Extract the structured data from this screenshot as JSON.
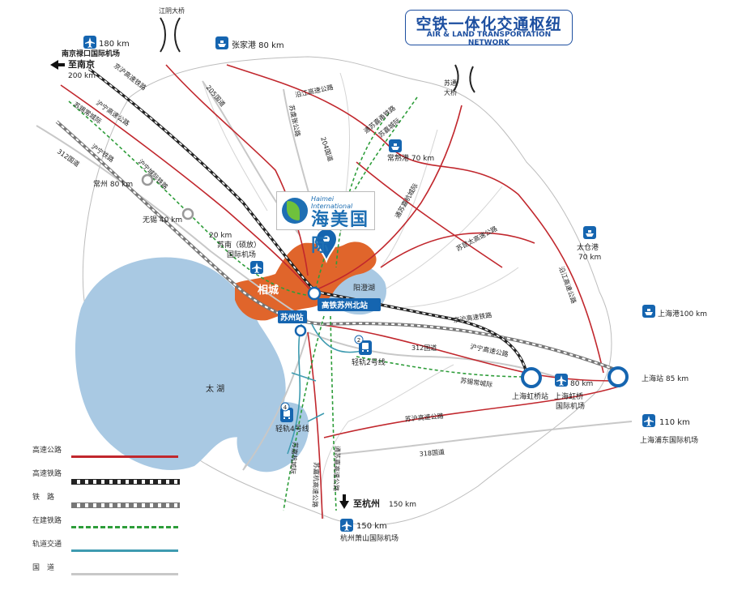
{
  "title": {
    "zh": "空铁一体化交通枢纽",
    "en": "AIR & LAND TRANSPORTATION NETWORK"
  },
  "logo": {
    "en": "Haimei International",
    "zh": "海美国际"
  },
  "districts": {
    "xiangcheng": "相城",
    "yangchenghu": "阳澄湖",
    "taihu": "太 湖"
  },
  "stations": {
    "suzhou_north": "高铁苏州北站",
    "suzhou": "苏州站",
    "light_rail_2": "轻轨2号线",
    "light_rail_4": "轻轨4号线",
    "light_rail_2_num": "2",
    "light_rail_4_num": "4",
    "shanghai_station": "上海站 85 km",
    "hongqiao_station": "上海虹桥站",
    "hongqiao_airport_name": "上海虹桥\n国际机场",
    "hongqiao_airport_line1": "上海虹桥",
    "hongqiao_airport_line2": "国际机场",
    "hongqiao_airport_dist": "80 km"
  },
  "airports": {
    "nanjing_dist": "180 km",
    "nanjing_name": "南京禄口国际机场",
    "sunan_dist": "20 km",
    "sunan_line1": "苏南（硕放）",
    "sunan_line2": "国际机场",
    "pudong_dist": "110 km",
    "pudong_name": "上海浦东国际机场",
    "hangzhou_dist": "150 km",
    "hangzhou_name": "杭州萧山国际机场"
  },
  "ports": {
    "zhangjiagang": "张家港  80 km",
    "changshu": "常熟港 70 km",
    "taicang_name": "太仓港",
    "taicang_dist": "70 km",
    "shanghai": "上海港100 km"
  },
  "cities": {
    "to_nanjing": "至南京",
    "nanjing_dist": "200 km",
    "changzhou": "常州 80 km",
    "wuxi": "无锡 40 km",
    "to_hangzhou": "至杭州",
    "hangzhou_dist": "150 km"
  },
  "bridges": {
    "jiangyin": "江阴大桥",
    "sutong_1": "苏通",
    "sutong_2": "大桥"
  },
  "road_labels": {
    "jinghu_hsr": "京沪高速铁路",
    "huning_hsr": "沪宁高速公路",
    "suxichang": "苏锡常城际",
    "huning_rail": "沪宁铁路",
    "huning_intercity": "沪宁城际铁路",
    "g312_nw": "312国道",
    "g205": "205国道",
    "sucheng": "苏虞张公路",
    "g204": "204国道",
    "yanjiang": "沿江高速公路",
    "tonghu_rail": "通苏嘉甬铁路",
    "sujia_rail": "苏嘉城际",
    "tongjia_rail": "通苏嘉杭城际",
    "sujiahang_right": "苏嘉杭高速公路",
    "sujiahang_left": "苏嘉杭城际",
    "tong_yu_hang": "通苏嘉高速公路",
    "sukun_tai": "苏昆太高速公路",
    "yanjiang_e": "沿江高速公路",
    "jinghu_e": "京沪高速铁路",
    "huning_e": "沪宁高速公路",
    "g312_e": "312国道",
    "suxichang_e": "苏锡常城际",
    "suhu_hw": "苏沪高速公路",
    "g318": "318国道"
  },
  "legend": [
    {
      "label": "高速公路",
      "color": "#c1272d",
      "style": "solid"
    },
    {
      "label": "高速铁路",
      "color": "#222222",
      "style": "blackwhite"
    },
    {
      "label": "铁　路",
      "color": "#777777",
      "style": "graywhite"
    },
    {
      "label": "在建铁路",
      "color": "#2e9d3a",
      "style": "dashed"
    },
    {
      "label": "轨道交通",
      "color": "#3e9bb0",
      "style": "solid"
    },
    {
      "label": "国　道",
      "color": "#c8c8c8",
      "style": "solid"
    }
  ],
  "colors": {
    "title_blue": "#1d4fa0",
    "highway": "#c1272d",
    "rail_construction": "#2e9d3a",
    "transit": "#3e9bb0",
    "national_road": "#c8c8c8",
    "lake": "#a9c9e3",
    "core_area": "#e0652b",
    "icon_blue": "#1565b0"
  },
  "icons": [
    "airplane-icon",
    "ship-icon",
    "train-icon",
    "map-pin-icon",
    "arrow-icon"
  ]
}
